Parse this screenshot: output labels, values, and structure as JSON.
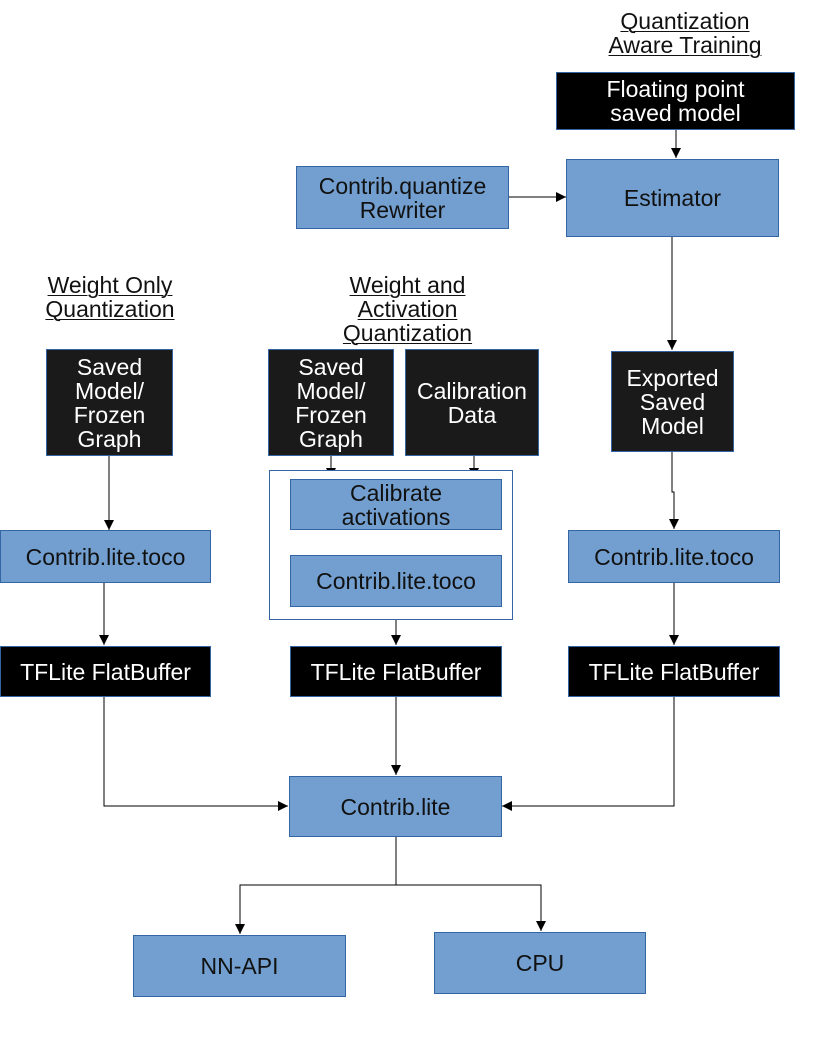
{
  "headings": {
    "qat": "Quantization\nAware Training",
    "weight_only": "Weight Only\nQuantization",
    "weight_activation": "Weight and\nActivation\nQuantization"
  },
  "nodes": {
    "float_model": "Floating point\nsaved model",
    "rewriter": "Contrib.quantize\nRewriter",
    "estimator": "Estimator",
    "exported_model": "Exported\nSaved\nModel",
    "saved_model_left": "Saved\nModel/\nFrozen\nGraph",
    "saved_model_mid": "Saved\nModel/\nFrozen\nGraph",
    "calibration_data": "Calibration\nData",
    "calibrate_activations": "Calibrate\nactivations",
    "toco_left": "Contrib.lite.toco",
    "toco_mid": "Contrib.lite.toco",
    "toco_right": "Contrib.lite.toco",
    "flatbuffer_left": "TFLite FlatBuffer",
    "flatbuffer_mid": "TFLite FlatBuffer",
    "flatbuffer_right": "TFLite FlatBuffer",
    "contrib_lite": "Contrib.lite",
    "nnapi": "NN-API",
    "cpu": "CPU"
  }
}
